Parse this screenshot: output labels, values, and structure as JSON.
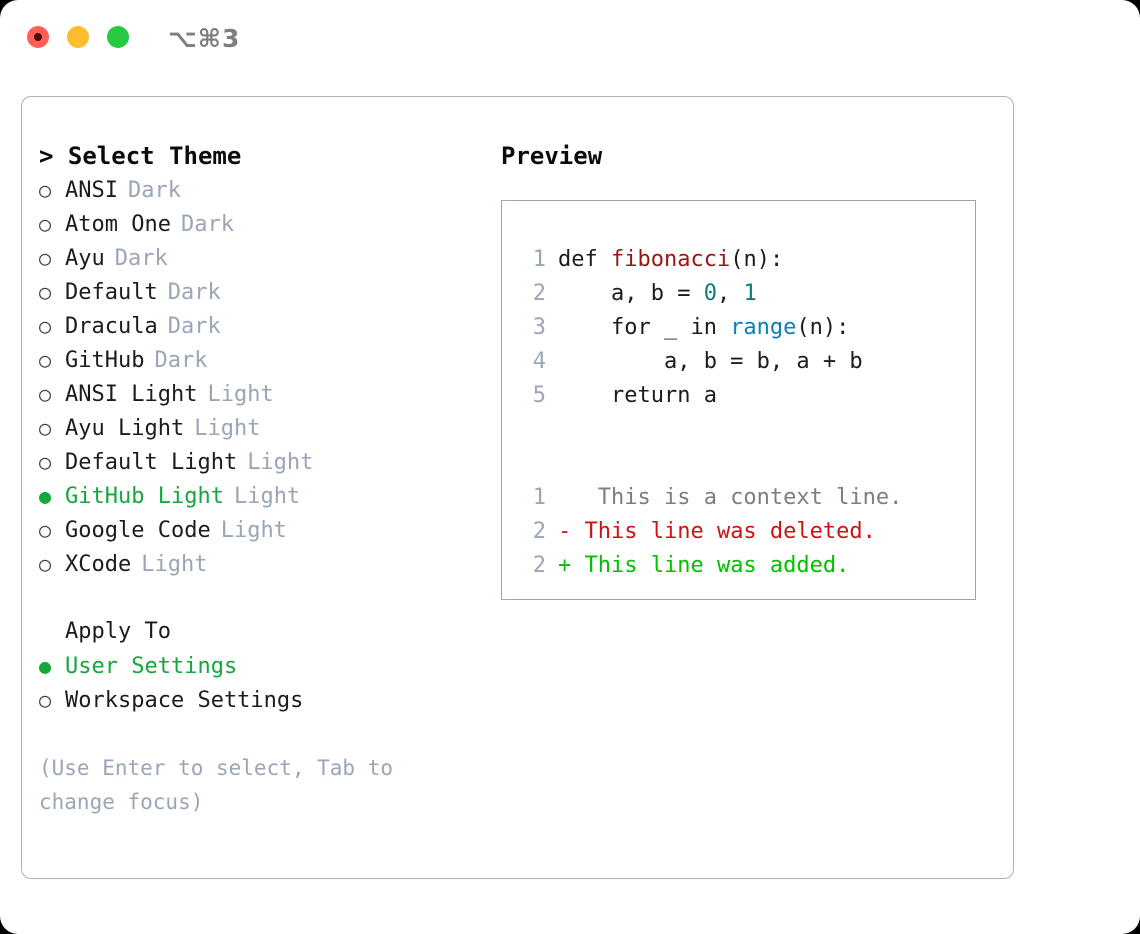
{
  "titlebar": {
    "shortcut": "⌥⌘3",
    "lights": [
      {
        "name": "close",
        "color": "#ff5f57"
      },
      {
        "name": "minimize",
        "color": "#febc2e"
      },
      {
        "name": "maximize",
        "color": "#28c840"
      }
    ]
  },
  "theme_picker": {
    "heading": "> Select Theme",
    "caret": ">",
    "heading_text": "Select Theme",
    "selected_bullet": "●",
    "unselected_bullet": "○",
    "items": [
      {
        "label": "ANSI",
        "tag": "Dark",
        "selected": false
      },
      {
        "label": "Atom One",
        "tag": "Dark",
        "selected": false
      },
      {
        "label": "Ayu",
        "tag": "Dark",
        "selected": false
      },
      {
        "label": "Default",
        "tag": "Dark",
        "selected": false
      },
      {
        "label": "Dracula",
        "tag": "Dark",
        "selected": false
      },
      {
        "label": "GitHub",
        "tag": "Dark",
        "selected": false
      },
      {
        "label": "ANSI Light",
        "tag": "Light",
        "selected": false
      },
      {
        "label": "Ayu Light",
        "tag": "Light",
        "selected": false
      },
      {
        "label": "Default Light",
        "tag": "Light",
        "selected": false
      },
      {
        "label": "GitHub Light",
        "tag": "Light",
        "selected": true
      },
      {
        "label": "Google Code",
        "tag": "Light",
        "selected": false
      },
      {
        "label": "XCode",
        "tag": "Light",
        "selected": false
      }
    ]
  },
  "apply_to": {
    "heading": "Apply To",
    "options": [
      {
        "label": "User Settings",
        "selected": true
      },
      {
        "label": "Workspace Settings",
        "selected": false
      }
    ]
  },
  "hint": "(Use Enter to select, Tab to change focus)",
  "preview": {
    "heading": "Preview",
    "code_lines": [
      {
        "no": "1",
        "segments": [
          {
            "text": "def ",
            "type": "plain"
          },
          {
            "text": "fibonacci",
            "type": "function"
          },
          {
            "text": "(n):",
            "type": "plain"
          }
        ]
      },
      {
        "no": "2",
        "segments": [
          {
            "text": "    a, b = ",
            "type": "plain"
          },
          {
            "text": "0",
            "type": "number"
          },
          {
            "text": ", ",
            "type": "plain"
          },
          {
            "text": "1",
            "type": "number"
          }
        ]
      },
      {
        "no": "3",
        "segments": [
          {
            "text": "    for _ in ",
            "type": "plain"
          },
          {
            "text": "range",
            "type": "builtin"
          },
          {
            "text": "(n):",
            "type": "plain"
          }
        ]
      },
      {
        "no": "4",
        "segments": [
          {
            "text": "        a, b = b, a + b",
            "type": "plain"
          }
        ]
      },
      {
        "no": "5",
        "segments": [
          {
            "text": "    return a",
            "type": "plain"
          }
        ]
      }
    ],
    "diff_lines": [
      {
        "no": "1",
        "marker": " ",
        "text": "  This is a context line.",
        "type": "context"
      },
      {
        "no": "2",
        "marker": "-",
        "text": " This line was deleted.",
        "type": "deleted"
      },
      {
        "no": "2",
        "marker": "+",
        "text": " This line was added.",
        "type": "added"
      }
    ]
  },
  "colors": {
    "selected_green": "#16a63c",
    "diff_add_green": "#00c000",
    "diff_del_red": "#cc1414",
    "function_red": "#9d1414",
    "number_teal": "#0f7b7b",
    "builtin_blue": "#0b80b8",
    "muted_tag": "#9aa5b8",
    "panel_border": "#aab3c0"
  }
}
